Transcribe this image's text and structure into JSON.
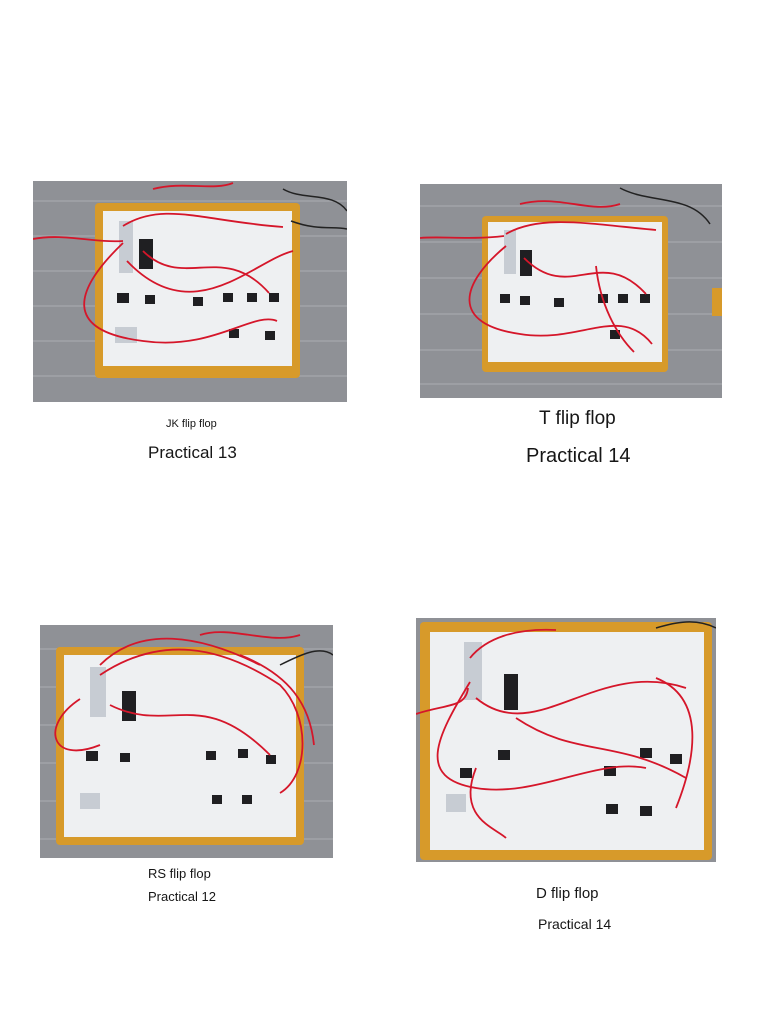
{
  "photos": [
    {
      "caption_top": "JK flip flop",
      "caption_bottom": "Practical 13",
      "icon": "digital-trainer-board-photo"
    },
    {
      "caption_top": "T flip flop",
      "caption_bottom": "Practical 14",
      "icon": "digital-trainer-board-photo"
    },
    {
      "caption_top": "RS flip flop",
      "caption_bottom": "Practical 12",
      "icon": "digital-trainer-board-photo"
    },
    {
      "caption_top": "D flip flop",
      "caption_bottom": "Practical 14",
      "icon": "digital-trainer-board-photo"
    }
  ],
  "colors": {
    "frame": "#d79a2a",
    "board": "#eef0f2",
    "wire": "#d5162a",
    "ic": "#1f1f22",
    "ground": "#8f9196"
  }
}
